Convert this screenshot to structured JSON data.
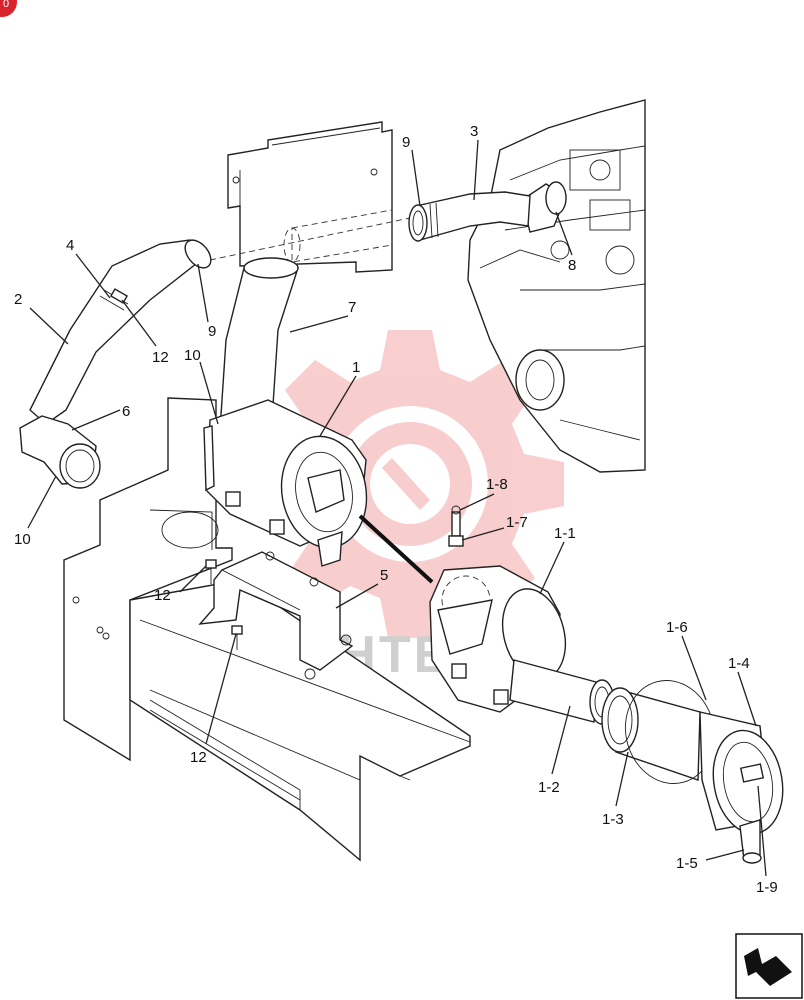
{
  "corner_badge": {
    "label": "0",
    "color": "#d9232e"
  },
  "watermark": {
    "text": "MHTEX",
    "gear_color": "#f4a6a6"
  },
  "callouts": [
    {
      "id": "c1",
      "text": "1"
    },
    {
      "id": "c2",
      "text": "2"
    },
    {
      "id": "c3",
      "text": "3"
    },
    {
      "id": "c4",
      "text": "4"
    },
    {
      "id": "c5",
      "text": "5"
    },
    {
      "id": "c6",
      "text": "6"
    },
    {
      "id": "c7",
      "text": "7"
    },
    {
      "id": "c8",
      "text": "8"
    },
    {
      "id": "c9a",
      "text": "9"
    },
    {
      "id": "c9b",
      "text": "9"
    },
    {
      "id": "c10a",
      "text": "10"
    },
    {
      "id": "c10b",
      "text": "10"
    },
    {
      "id": "c12a",
      "text": "12"
    },
    {
      "id": "c12b",
      "text": "12"
    },
    {
      "id": "c12c",
      "text": "12"
    },
    {
      "id": "c1-1",
      "text": "1-1"
    },
    {
      "id": "c1-2",
      "text": "1-2"
    },
    {
      "id": "c1-3",
      "text": "1-3"
    },
    {
      "id": "c1-4",
      "text": "1-4"
    },
    {
      "id": "c1-5",
      "text": "1-5"
    },
    {
      "id": "c1-6",
      "text": "1-6"
    },
    {
      "id": "c1-7",
      "text": "1-7"
    },
    {
      "id": "c1-8",
      "text": "1-8"
    },
    {
      "id": "c1-9",
      "text": "1-9"
    }
  ],
  "nav_icon": "next-page-arrow-icon"
}
